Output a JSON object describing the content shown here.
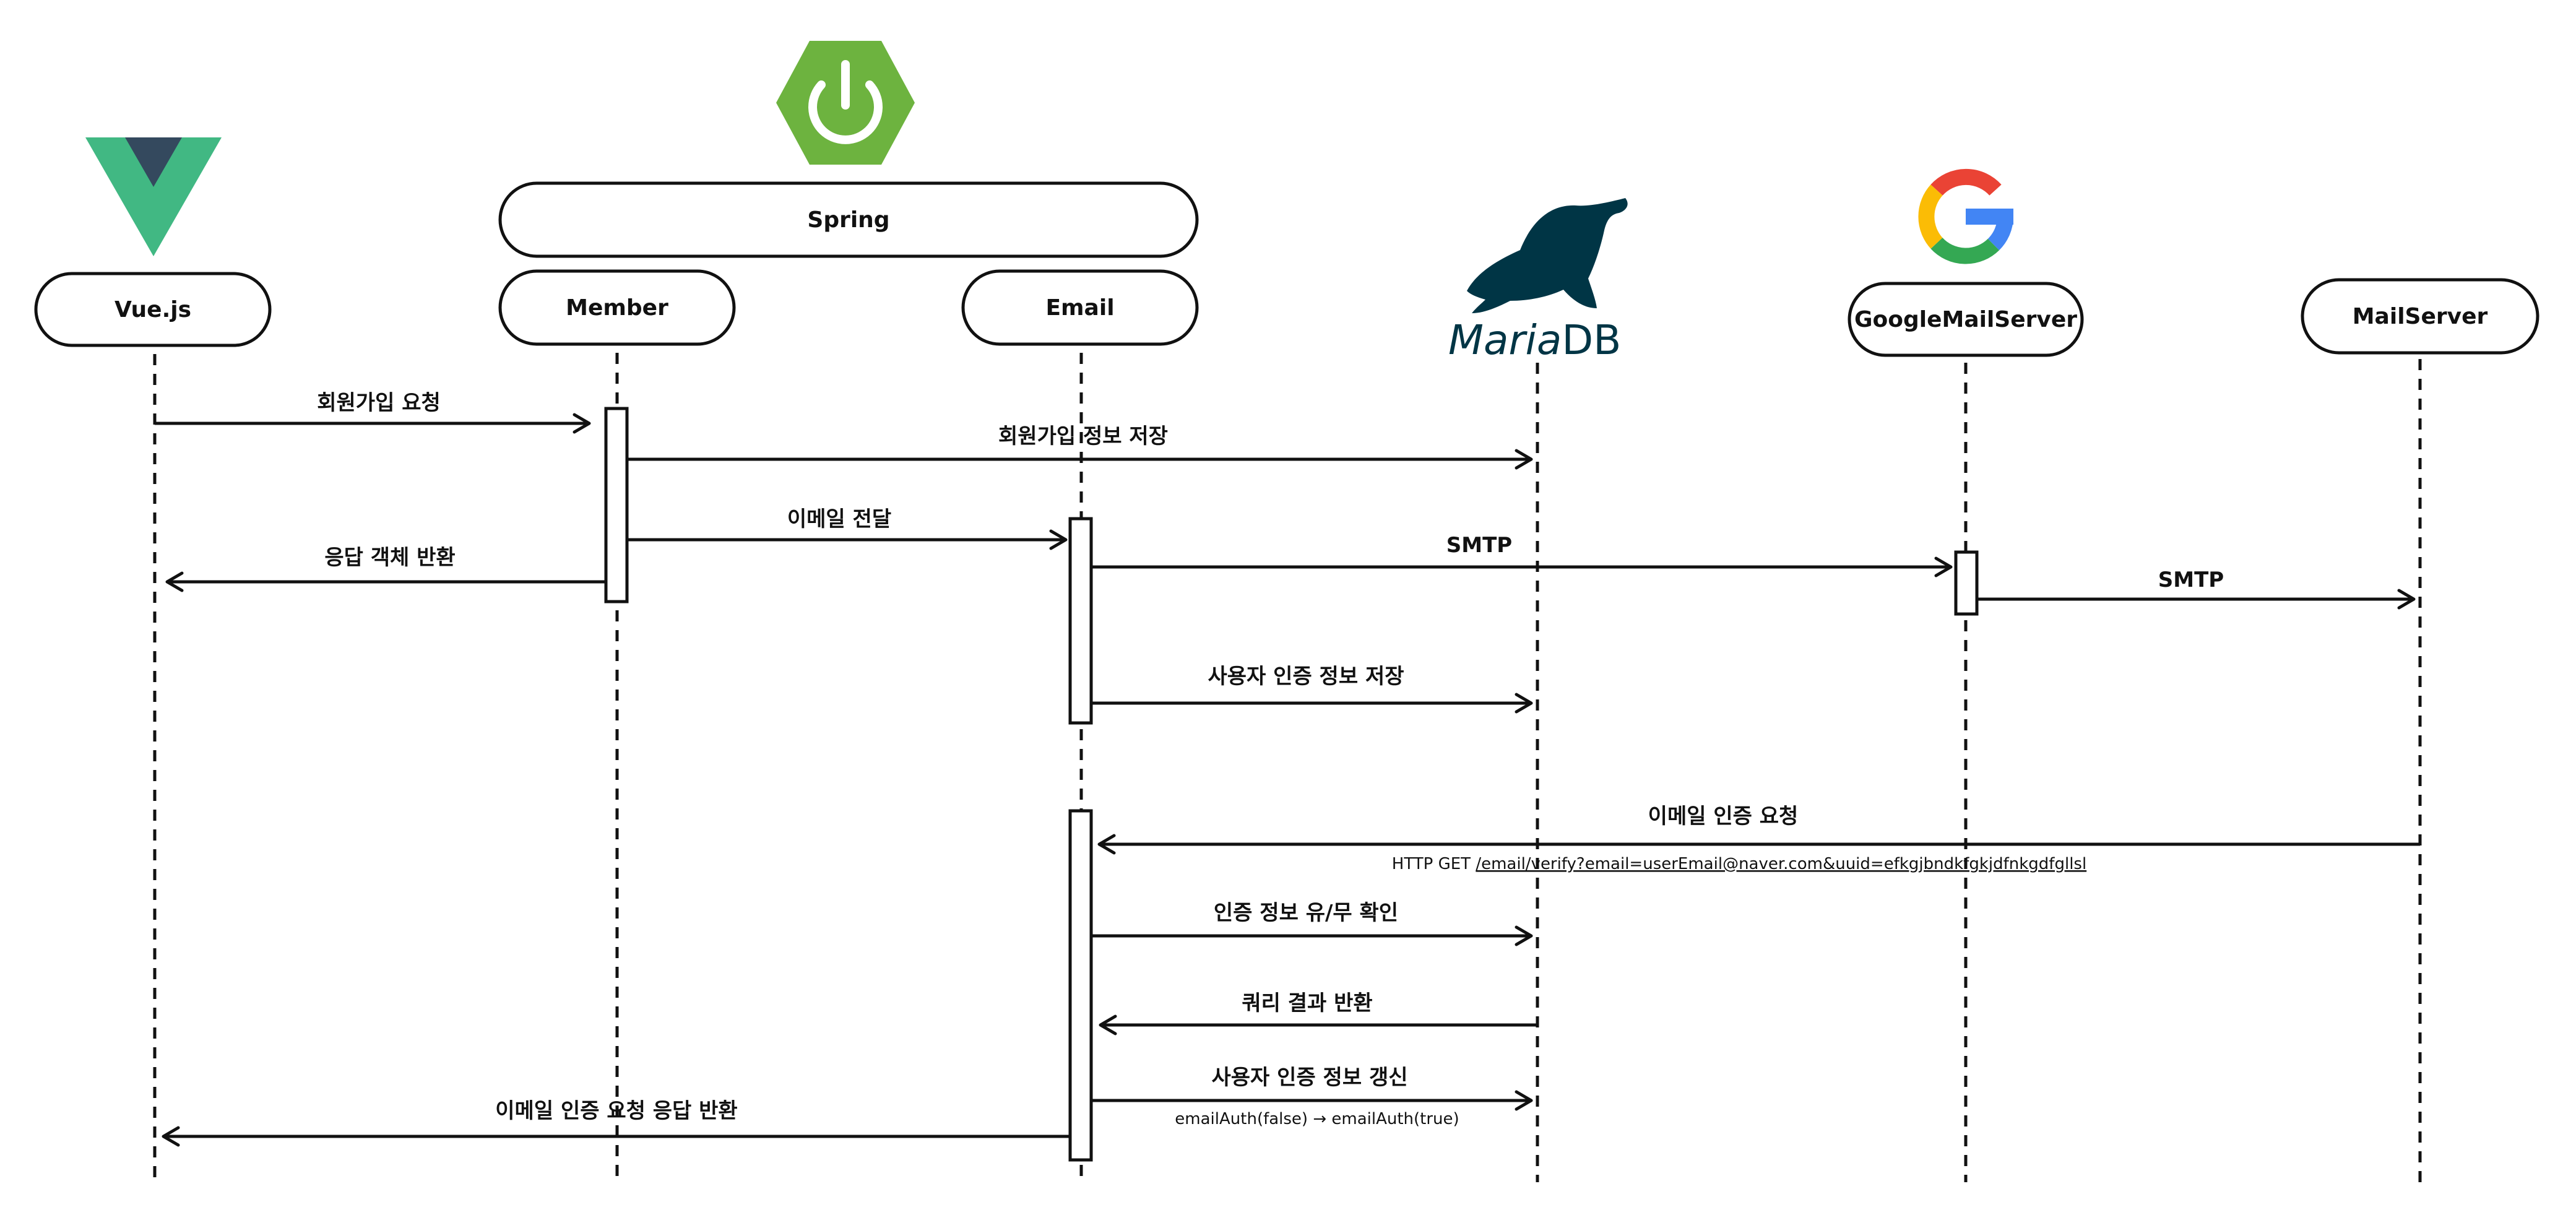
{
  "participants": [
    {
      "id": "vue",
      "label": "Vue.js",
      "logo": "vue-logo"
    },
    {
      "id": "member",
      "label": "Member"
    },
    {
      "id": "email",
      "label": "Email"
    },
    {
      "id": "mariadb",
      "label": "MariaDB",
      "logo": "mariadb-logo",
      "logo_text_main": "Maria",
      "logo_text_suffix": "DB"
    },
    {
      "id": "google",
      "label": "GoogleMailServer",
      "logo": "google-logo"
    },
    {
      "id": "mailserver",
      "label": "MailServer"
    }
  ],
  "group": {
    "label": "Spring",
    "logo": "spring-logo"
  },
  "messages": [
    {
      "from": "vue",
      "to": "member",
      "label": "회원가입 요청"
    },
    {
      "from": "member",
      "to": "mariadb",
      "label": "회원가입 정보 저장"
    },
    {
      "from": "member",
      "to": "email",
      "label": "이메일 전달"
    },
    {
      "from": "member",
      "to": "vue",
      "label": "응답 객체 반환"
    },
    {
      "from": "email",
      "to": "google",
      "label": "SMTP"
    },
    {
      "from": "google",
      "to": "mailserver",
      "label": "SMTP"
    },
    {
      "from": "email",
      "to": "mariadb",
      "label": "사용자 인증 정보 저장"
    },
    {
      "from": "mailserver",
      "to": "email",
      "label": "이메일 인증 요청",
      "note_prefix": "HTTP GET ",
      "note_link": "/email/verify?email=userEmail@naver.com&uuid=efkgjbndkfgkjdfnkgdfgllsl"
    },
    {
      "from": "email",
      "to": "mariadb",
      "label": "인증 정보 유/무 확인"
    },
    {
      "from": "mariadb",
      "to": "email",
      "label": "쿼리 결과 반환"
    },
    {
      "from": "email",
      "to": "mariadb",
      "label": "사용자 인증 정보 갱신",
      "note": "emailAuth(false) → emailAuth(true)"
    },
    {
      "from": "email",
      "to": "vue",
      "label": "이메일 인증 요청 응답 반환"
    }
  ],
  "colors": {
    "vue_green": "#41B883",
    "vue_dark": "#34495E",
    "spring_green": "#6DB33F",
    "mariadb_dark": "#003545",
    "google_blue": "#4285F4",
    "google_red": "#EA4335",
    "google_yellow": "#FBBC05",
    "google_green": "#34A853",
    "line": "#111111"
  }
}
